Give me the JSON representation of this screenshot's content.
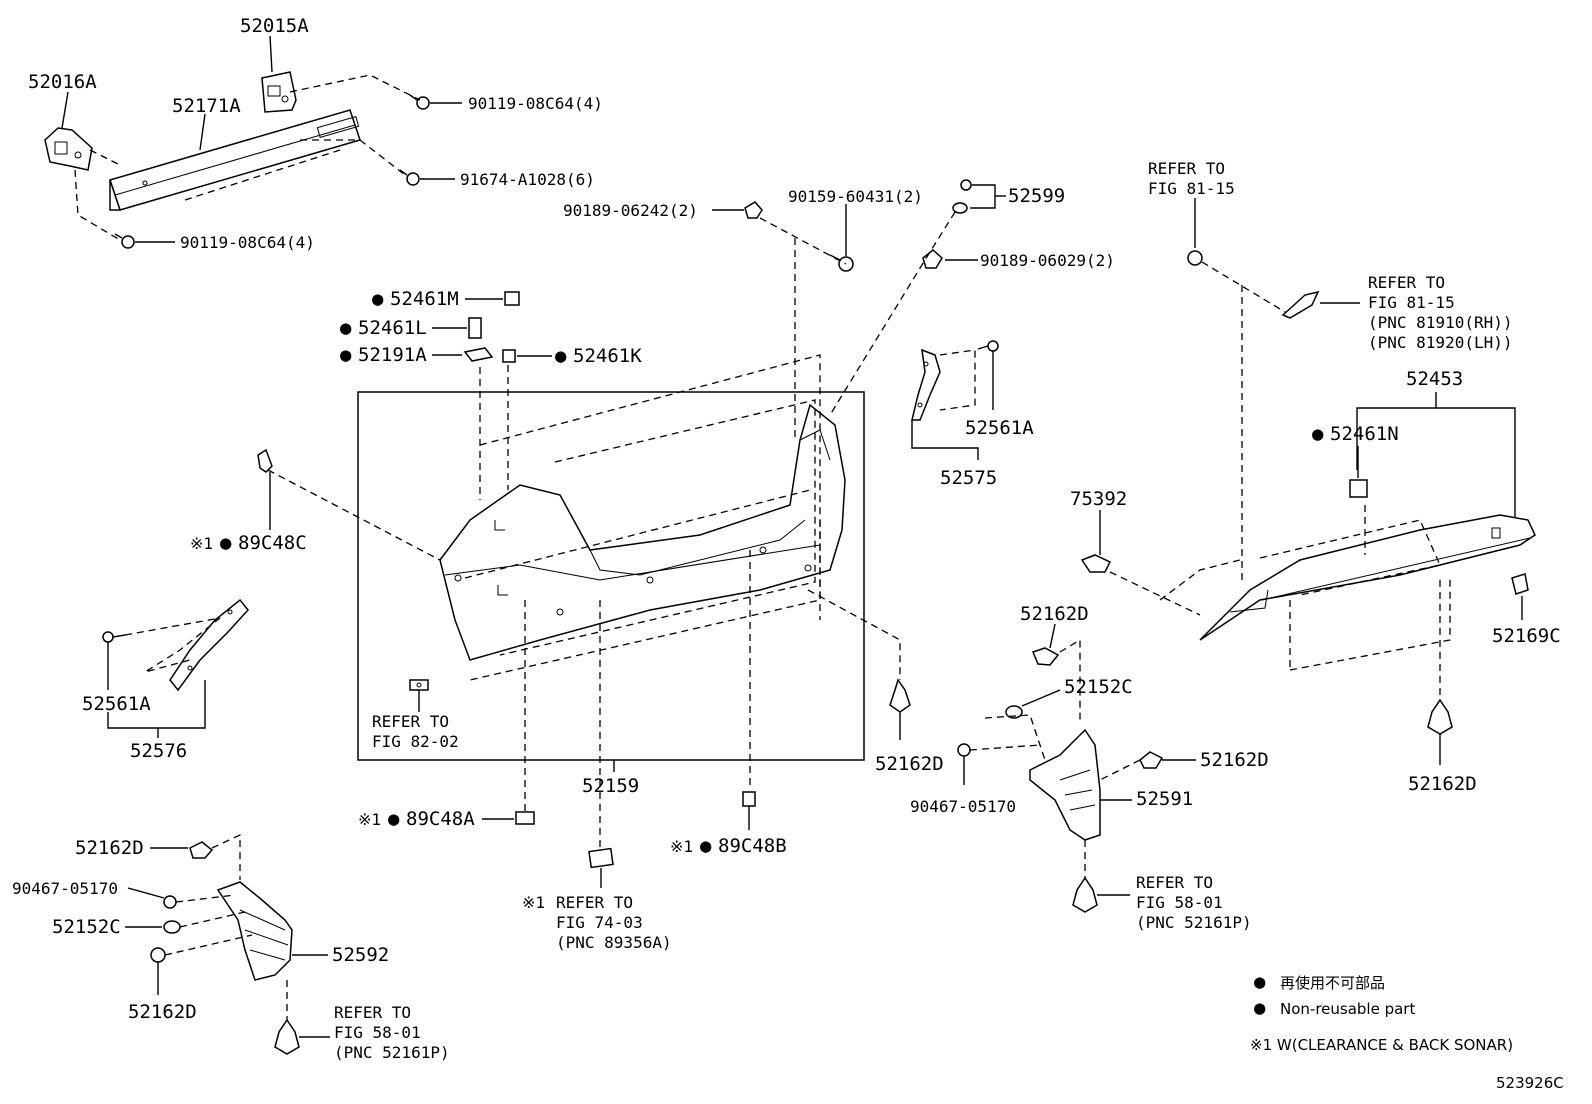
{
  "labels": {
    "p52015A": "52015A",
    "p52016A": "52016A",
    "p52171A": "52171A",
    "b90119_top": "90119-08C64(4)",
    "b91674": "91674-A1028(6)",
    "b90119_bottom": "90119-08C64(4)",
    "c90189_06242": "90189-06242(2)",
    "c90159_60431": "90159-60431(2)",
    "p52599": "52599",
    "c90189_06029": "90189-06029(2)",
    "p52461M": "52461M",
    "p52461L": "52461L",
    "p52191A": "52191A",
    "p52461K": "52461K",
    "p52561A_right": "52561A",
    "p52575": "52575",
    "p89C48C": "89C48C",
    "p52561A_left": "52561A",
    "p52576": "52576",
    "refer_82_02_a": "REFER TO",
    "refer_82_02_b": "FIG 82-02",
    "p52159": "52159",
    "p89C48A": "89C48A",
    "p89C48B": "89C48B",
    "p52162D_a": "52162D",
    "p52162D_b": "52162D",
    "p52162D_c": "52162D",
    "p52162D_d": "52162D",
    "p52162D_e": "52162D",
    "p52162D_f": "52162D",
    "p52152C_right": "52152C",
    "p52152C_left": "52152C",
    "c90467_right": "90467-05170",
    "c90467_left": "90467-05170",
    "p52591": "52591",
    "p52592": "52592",
    "refer_74_03_a": "REFER TO",
    "refer_74_03_b": "FIG 74-03",
    "refer_74_03_c": "(PNC 89356A)",
    "refer_58_01_right_a": "REFER TO",
    "refer_58_01_right_b": "FIG 58-01",
    "refer_58_01_right_c": "(PNC 52161P)",
    "refer_58_01_left_a": "REFER TO",
    "refer_58_01_left_b": "FIG 58-01",
    "refer_58_01_left_c": "(PNC 52161P)",
    "refer_81_15_top_a": "REFER TO",
    "refer_81_15_top_b": "FIG 81-15",
    "refer_81_15_side_a": "REFER TO",
    "refer_81_15_side_b": "FIG 81-15",
    "refer_81_15_side_c": "(PNC 81910(RH))",
    "refer_81_15_side_d": "(PNC 81920(LH))",
    "p52453": "52453",
    "p52461N": "52461N",
    "p75392": "75392",
    "p52169C": "52169C"
  },
  "markers": {
    "non_reusable": "●",
    "note_ref": "※1"
  },
  "legend": {
    "jp": "再使用不可部品",
    "en": "Non-reusable part",
    "note": "※1 W(CLEARANCE & BACK SONAR)"
  },
  "diagram_id": "523926C"
}
